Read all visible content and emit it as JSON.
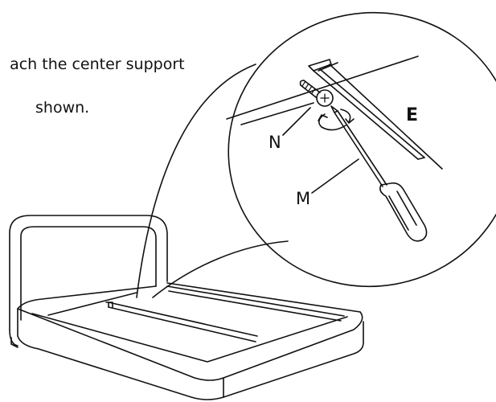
{
  "instruction": {
    "line1": "ach the center support",
    "line2": "shown."
  },
  "callouts": {
    "part_n": "N",
    "tool_m": "M",
    "part_e": "E"
  },
  "colors": {
    "stroke": "#111111",
    "background": "#ffffff"
  }
}
